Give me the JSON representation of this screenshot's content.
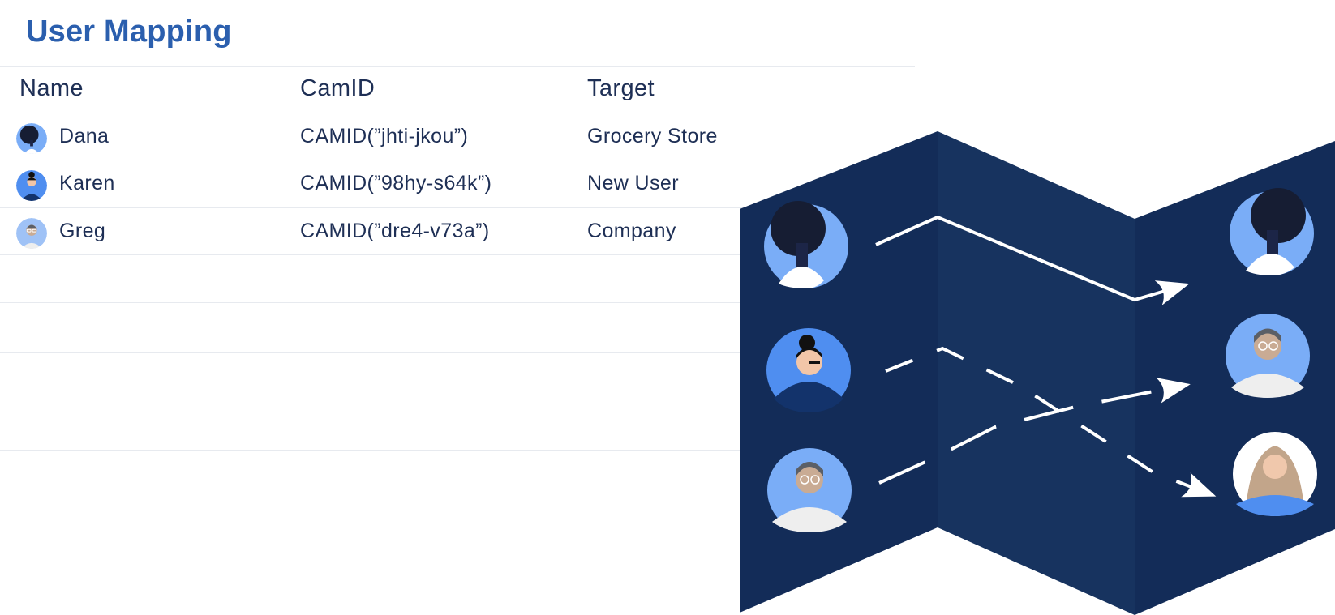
{
  "title": "User Mapping",
  "table": {
    "columns": [
      "Name",
      "CamID",
      "Target"
    ],
    "rows": [
      {
        "name": "Dana",
        "camid": "CAMID(”jhti-jkou”)",
        "target": "Grocery Store",
        "avatar": "dana-avatar-icon"
      },
      {
        "name": "Karen",
        "camid": "CAMID(”98hy-s64k”)",
        "target": "New User",
        "avatar": "karen-avatar-icon"
      },
      {
        "name": "Greg",
        "camid": "CAMID(”dre4-v73a”)",
        "target": "Company",
        "avatar": "greg-avatar-icon"
      }
    ],
    "empty_rows": 4
  },
  "illustration": {
    "icon": "folded-map-user-mapping-icon",
    "colors": {
      "panel_dark": "#132c58",
      "panel_mid": "#17335f",
      "avatar_blue": "#7aadf7",
      "arrow": "#ffffff"
    }
  },
  "colors": {
    "title": "#2b5fae",
    "text": "#1e2f55",
    "divider": "#e7eaef"
  }
}
